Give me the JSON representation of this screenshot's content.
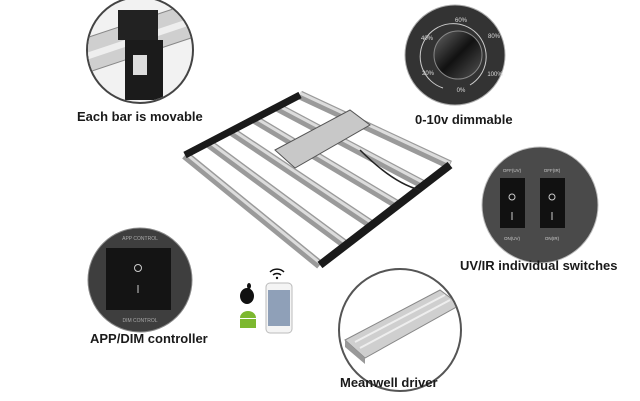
{
  "labels": {
    "movable": "Each bar is movable",
    "dimmable": "0-10v dimmable",
    "switches": "UV/IR individual switches",
    "controller": "APP/DIM controller",
    "driver": "Meanwell driver"
  },
  "dimmer_ticks": [
    "0%",
    "20%",
    "40%",
    "60%",
    "80%",
    "100%"
  ],
  "switch_labels": {
    "off_uv": "OFF(UV)",
    "on_uv": "ON(UV)",
    "off_ir": "OFF(IR)",
    "on_ir": "ON(IR)"
  },
  "controller_labels": {
    "top": "APP CONTROL",
    "bottom": "DIM CONTROL"
  },
  "switch_symbols": {
    "off": "O",
    "on": "I"
  }
}
